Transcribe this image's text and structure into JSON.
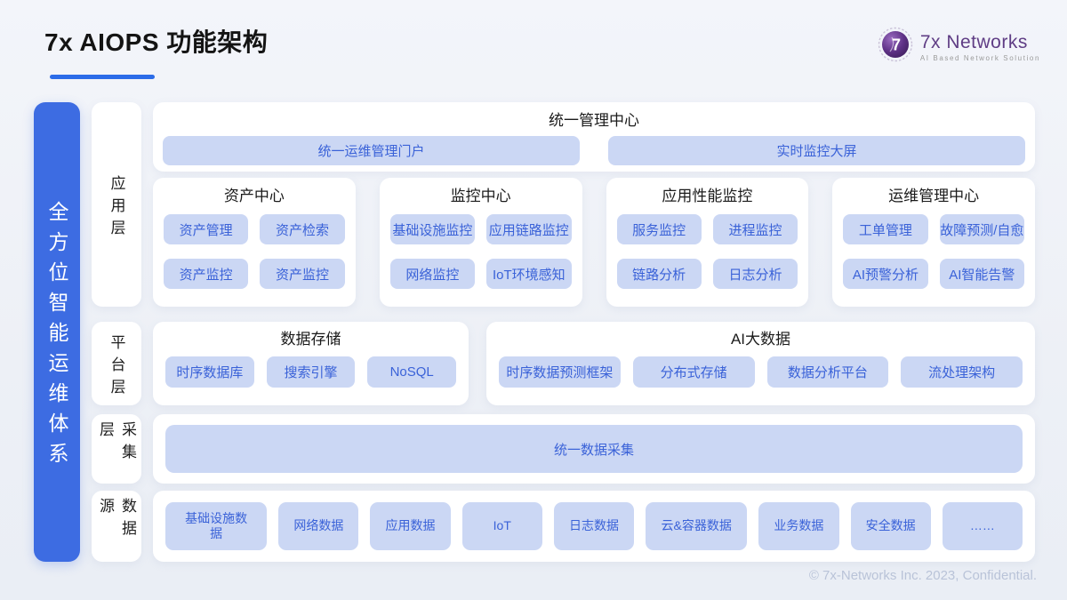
{
  "header": {
    "title": "7x AIOPS 功能架构",
    "logo": {
      "name": "7x Networks",
      "tagline": "AI Based Network Solution"
    }
  },
  "banner": {
    "text": "全方位智能运维体系"
  },
  "layers": [
    {
      "label": "应用层"
    },
    {
      "label": "平台层"
    },
    {
      "label": "采集层"
    },
    {
      "label": "数据源"
    }
  ],
  "sections": {
    "management": {
      "title": "统一管理中心",
      "items": [
        "统一运维管理门户",
        "实时监控大屏"
      ]
    },
    "app_cards": [
      {
        "title": "资产中心",
        "items": [
          "资产管理",
          "资产检索",
          "资产监控",
          "资产监控"
        ]
      },
      {
        "title": "监控中心",
        "items": [
          "基础设施监控",
          "应用链路监控",
          "网络监控",
          "IoT环境感知"
        ]
      },
      {
        "title": "应用性能监控",
        "items": [
          "服务监控",
          "进程监控",
          "链路分析",
          "日志分析"
        ]
      },
      {
        "title": "运维管理中心",
        "items": [
          "工单管理",
          "故障预测/自愈",
          "AI预警分析",
          "AI智能告警"
        ]
      }
    ],
    "platform_cards": [
      {
        "title": "数据存储",
        "items": [
          "时序数据库",
          "搜索引擎",
          "NoSQL"
        ]
      },
      {
        "title": "AI大数据",
        "items": [
          "时序数据预测框架",
          "分布式存储",
          "数据分析平台",
          "流处理架构"
        ]
      }
    ],
    "collection": {
      "items": [
        "统一数据采集"
      ]
    },
    "datasource": {
      "items": [
        "基础设施数据",
        "网络数据",
        "应用数据",
        "IoT",
        "日志数据",
        "云&容器数据",
        "业务数据",
        "安全数据",
        "……"
      ]
    }
  },
  "footer": {
    "copyright": "© 7x-Networks Inc. 2023, Confidential."
  },
  "colors": {
    "accent_blue": "#3d6ce2",
    "underline_blue": "#2c6ce8",
    "pill_bg": "#cbd7f4",
    "pill_text": "#3a62d8",
    "logo_purple": "#5f3d85",
    "footer_text": "#b9c3d8"
  }
}
